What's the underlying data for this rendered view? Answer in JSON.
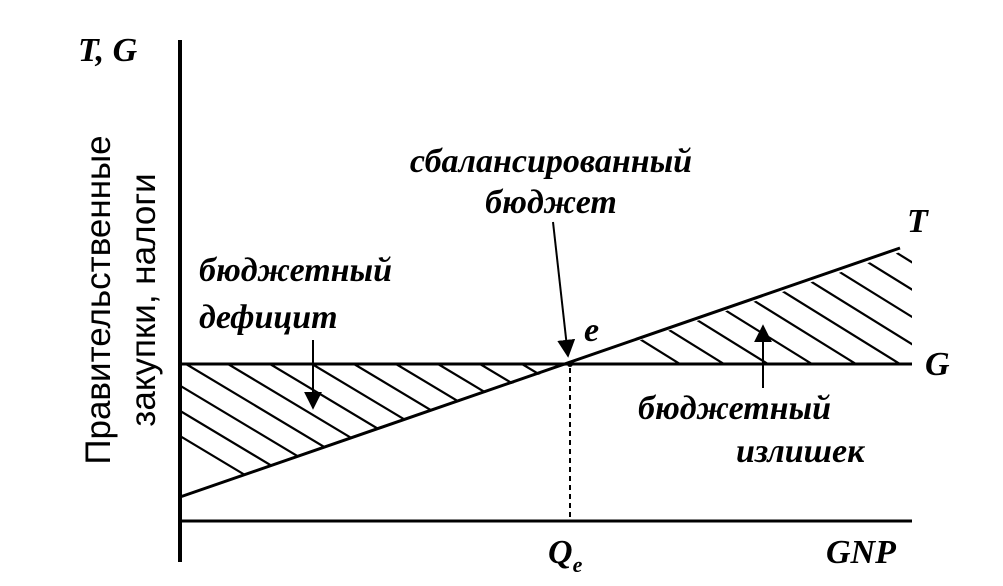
{
  "diagram": {
    "y_axis_symbol": "T, G",
    "x_axis_symbol": "GNP",
    "y_axis_title_line1": "Правительственные",
    "y_axis_title_line2": "закупки, налоги",
    "line_T_label": "T",
    "line_G_label": "G",
    "point_label": "e",
    "q_label_main": "Q",
    "q_label_sub": "e",
    "balanced_line1": "сбалансированный",
    "balanced_line2": "бюджет",
    "deficit_line1": "бюджетный",
    "deficit_line2": "дефицит",
    "surplus_line1": "бюджетный",
    "surplus_line2": "излишек",
    "colors": {
      "ink": "#000000",
      "background": "#ffffff"
    }
  }
}
